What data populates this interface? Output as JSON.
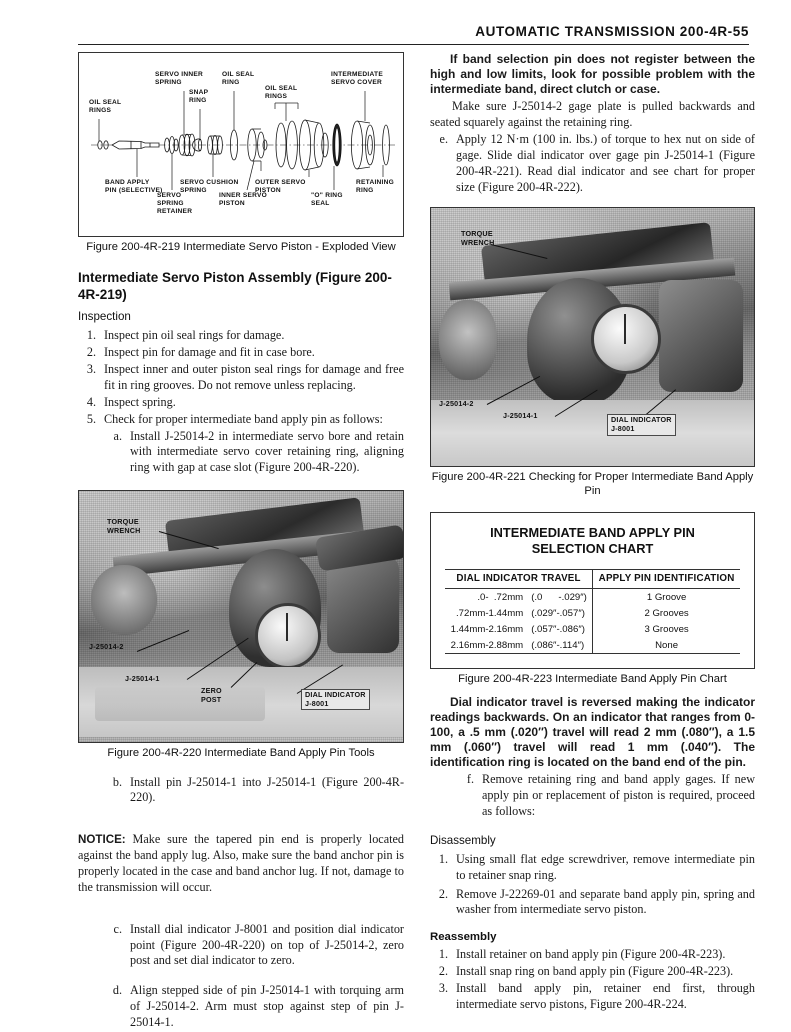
{
  "header": {
    "title": "AUTOMATIC TRANSMISSION  200-4R-55"
  },
  "exploded_figure": {
    "caption": "Figure 200-4R-219 Intermediate Servo Piston - Exploded View",
    "labels": [
      "OIL SEAL\nRINGS",
      "SERVO INNER\nSPRING",
      "SNAP\nRING",
      "OIL SEAL\nRING",
      "OIL SEAL\nRINGS",
      "INTERMEDIATE\nSERVO COVER",
      "BAND APPLY\nPIN (SELECTIVE)",
      "SERVO\nSPRING\nRETAINER",
      "SERVO CUSHION\nSPRING",
      "INNER SERVO\nPISTON",
      "OUTER SERVO\nPISTON",
      "\"O\" RING\nSEAL",
      "RETAINING\nRING"
    ]
  },
  "left_column": {
    "section_heading": "Intermediate Servo Piston Assembly (Figure 200-4R-219)",
    "inspection_heading": "Inspection",
    "inspection_items": [
      {
        "marker": "1.",
        "text": "Inspect pin oil seal rings for damage."
      },
      {
        "marker": "2.",
        "text": "Inspect pin for damage and fit in case bore."
      },
      {
        "marker": "3.",
        "text": "Inspect inner and outer piston seal rings for damage and free fit in ring grooves. Do not remove unless replacing."
      },
      {
        "marker": "4.",
        "text": "Inspect spring."
      },
      {
        "marker": "5.",
        "text": "Check for proper intermediate band apply pin as follows:"
      }
    ],
    "sub_a": {
      "marker": "a.",
      "text": "Install J-25014-2 in intermediate servo bore and retain with intermediate servo cover retaining ring, aligning ring with gap at case slot (Figure 200-4R-220)."
    },
    "sub_b": {
      "marker": "b.",
      "text": "Install pin J-25014-1 into J-25014-1 (Figure 200-4R-220)."
    },
    "notice_label": "NOTICE:",
    "notice_text": " Make sure the tapered pin end is properly located against the band apply lug. Also, make sure the band anchor pin is properly located in the case and band anchor lug. If not, damage to the transmission will occur.",
    "sub_c": {
      "marker": "c.",
      "text": "Install dial indicator J-8001 and position dial indicator point (Figure 200-4R-220) on top of J-25014-2, zero post and set dial indicator to zero."
    },
    "sub_d": {
      "marker": "d.",
      "text": "Align stepped side of pin J-25014-1 with torquing arm of J-25014-2. Arm must stop against step of pin J-25014-1."
    }
  },
  "figure_220": {
    "caption": "Figure 200-4R-220 Intermediate Band Apply Pin Tools",
    "labels": {
      "torque_wrench": "TORQUE\nWRENCH",
      "tool_2": "J-25014-2",
      "tool_1": "J-25014-1",
      "zero_post": "ZERO\nPOST",
      "dial_indicator": "DIAL INDICATOR\nJ-8001"
    }
  },
  "figure_221": {
    "caption": "Figure 200-4R-221 Checking for Proper Intermediate Band Apply Pin",
    "labels": {
      "torque_wrench": "TORQUE\nWRENCH",
      "tool_2": "J-25014-2",
      "tool_1": "J-25014-1",
      "dial_indicator": "DIAL INDICATOR\nJ-8001"
    }
  },
  "right_column": {
    "lead_paragraph": "If band selection pin does not register between the high and low limits, look for possible problem with the intermediate band, direct clutch or case.",
    "make_sure_paragraph": "Make sure J-25014-2 gage plate is pulled backwards and seated squarely against the retaining ring.",
    "sub_e": {
      "marker": "e.",
      "text": "Apply 12 N·m (100 in. lbs.) of torque to hex nut on side of gage. Slide dial indicator over gage pin J-25014-1 (Figure 200-4R-221). Read dial indicator and see chart for proper size (Figure 200-4R-222)."
    },
    "reversed_paragraph": "Dial indicator travel is reversed making the indicator readings backwards. On an indicator that ranges from 0-100, a .5 mm (.020″) travel will read 2 mm (.080″), a 1.5 mm (.060″) travel will read 1 mm (.040″). The identification ring is located on the band end of the pin.",
    "sub_f": {
      "marker": "f.",
      "text": "Remove retaining ring and band apply gages. If new apply pin or replacement of piston is required, proceed as follows:"
    },
    "disassembly_heading": "Disassembly",
    "disassembly_items": [
      {
        "marker": "1.",
        "text": "Using small flat edge screwdriver, remove intermediate pin to retainer snap ring."
      },
      {
        "marker": "2.",
        "text": "Remove J-22269-01 and separate band apply pin, spring and washer from intermediate servo piston."
      }
    ],
    "reassembly_heading": "Reassembly",
    "reassembly_items": [
      {
        "marker": "1.",
        "text": "Install retainer on band apply pin (Figure 200-4R-223)."
      },
      {
        "marker": "2.",
        "text": "Install snap ring on band apply pin (Figure 200-4R-223)."
      },
      {
        "marker": "3.",
        "text": "Install band apply pin, retainer end first, through intermediate servo pistons, Figure 200-4R-224."
      }
    ]
  },
  "selection_chart": {
    "caption": "Figure 200-4R-223 Intermediate Band Apply Pin Chart",
    "title_line1": "INTERMEDIATE BAND APPLY PIN",
    "title_line2": "SELECTION CHART",
    "columns": [
      "DIAL INDICATOR TRAVEL",
      "APPLY PIN IDENTIFICATION"
    ],
    "rows": [
      {
        "mm": ".0-  .72mm",
        "inch": "(.0      -.029″)",
        "pin": "1 Groove"
      },
      {
        "mm": ".72mm-1.44mm",
        "inch": "(.029″-.057″)",
        "pin": "2 Grooves"
      },
      {
        "mm": "1.44mm-2.16mm",
        "inch": "(.057″-.086″)",
        "pin": "3 Grooves"
      },
      {
        "mm": "2.16mm-2.88mm",
        "inch": "(.086″-.114″)",
        "pin": "None"
      }
    ]
  },
  "chart_data": {
    "type": "table",
    "title": "INTERMEDIATE BAND APPLY PIN SELECTION CHART",
    "columns": [
      "DIAL INDICATOR TRAVEL (mm)",
      "DIAL INDICATOR TRAVEL (in)",
      "APPLY PIN IDENTIFICATION"
    ],
    "rows": [
      [
        ".0-.72mm",
        "(.0-.029″)",
        "1 Groove"
      ],
      [
        ".72mm-1.44mm",
        "(.029″-.057″)",
        "2 Grooves"
      ],
      [
        "1.44mm-2.16mm",
        "(.057″-.086″)",
        "3 Grooves"
      ],
      [
        "2.16mm-2.88mm",
        "(.086″-.114″)",
        "None"
      ]
    ],
    "mm_ranges": [
      [
        0.0,
        0.72
      ],
      [
        0.72,
        1.44
      ],
      [
        1.44,
        2.16
      ],
      [
        2.16,
        2.88
      ]
    ],
    "inch_ranges": [
      [
        0.0,
        0.029
      ],
      [
        0.029,
        0.057
      ],
      [
        0.057,
        0.086
      ],
      [
        0.086,
        0.114
      ]
    ],
    "pin_identification": [
      "1 Groove",
      "2 Grooves",
      "3 Grooves",
      "None"
    ]
  }
}
